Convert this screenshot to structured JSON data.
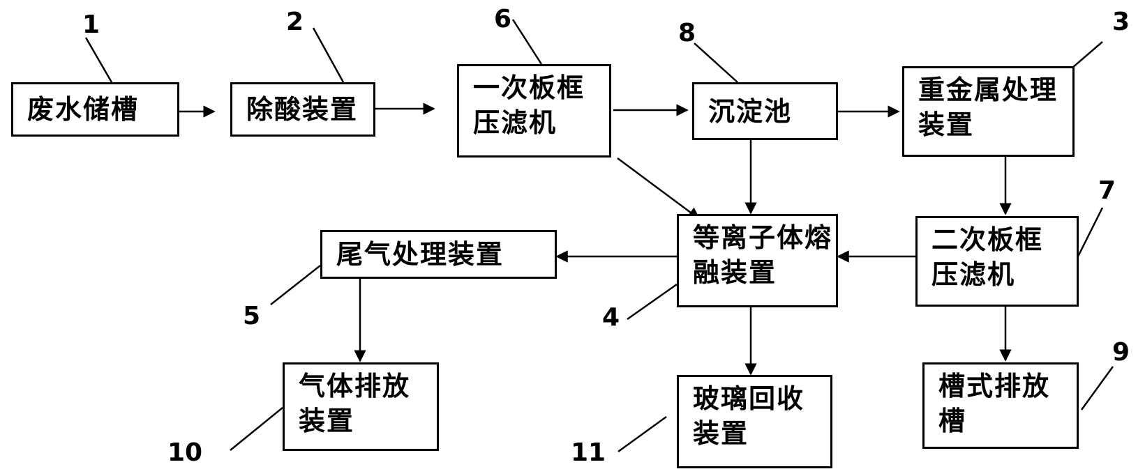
{
  "nodes": {
    "n1": {
      "label": "废水储槽",
      "number": "1"
    },
    "n2": {
      "label": "除酸装置",
      "number": "2"
    },
    "n6": {
      "label": "一次板框压滤机",
      "number": "6"
    },
    "n8": {
      "label": "沉淀池",
      "number": "8"
    },
    "n3": {
      "label": "重金属处理装置",
      "number": "3"
    },
    "n5": {
      "label": "尾气处理装置",
      "number": "5"
    },
    "n4": {
      "label": "等离子体熔融装置",
      "number": "4"
    },
    "n7": {
      "label": "二次板框压滤机",
      "number": "7"
    },
    "n10": {
      "label": "气体排放装置",
      "number": "10"
    },
    "n11": {
      "label": "玻璃回收装置",
      "number": "11"
    },
    "n9": {
      "label": "槽式排放槽",
      "number": "9"
    }
  }
}
